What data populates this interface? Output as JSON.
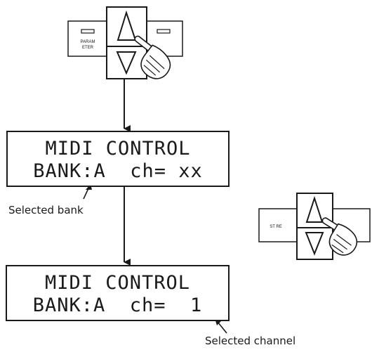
{
  "panel_top": {
    "button_labels": [
      "PARAM",
      "ETER"
    ],
    "icons": [
      "arrow-up-icon",
      "arrow-down-icon",
      "pointing-hand-icon"
    ]
  },
  "panel_right": {
    "button_label": "ST RE",
    "icons": [
      "arrow-up-icon",
      "arrow-down-icon",
      "pointing-hand-icon"
    ]
  },
  "display_1": {
    "line1": "MIDI CONTROL",
    "line2": "BANK:A  ch= xx"
  },
  "display_2": {
    "line1": "MIDI CONTROL",
    "line2": "BANK:A  ch=  1"
  },
  "annotations": {
    "selected_bank": "Selected bank",
    "selected_channel": "Selected channel"
  }
}
